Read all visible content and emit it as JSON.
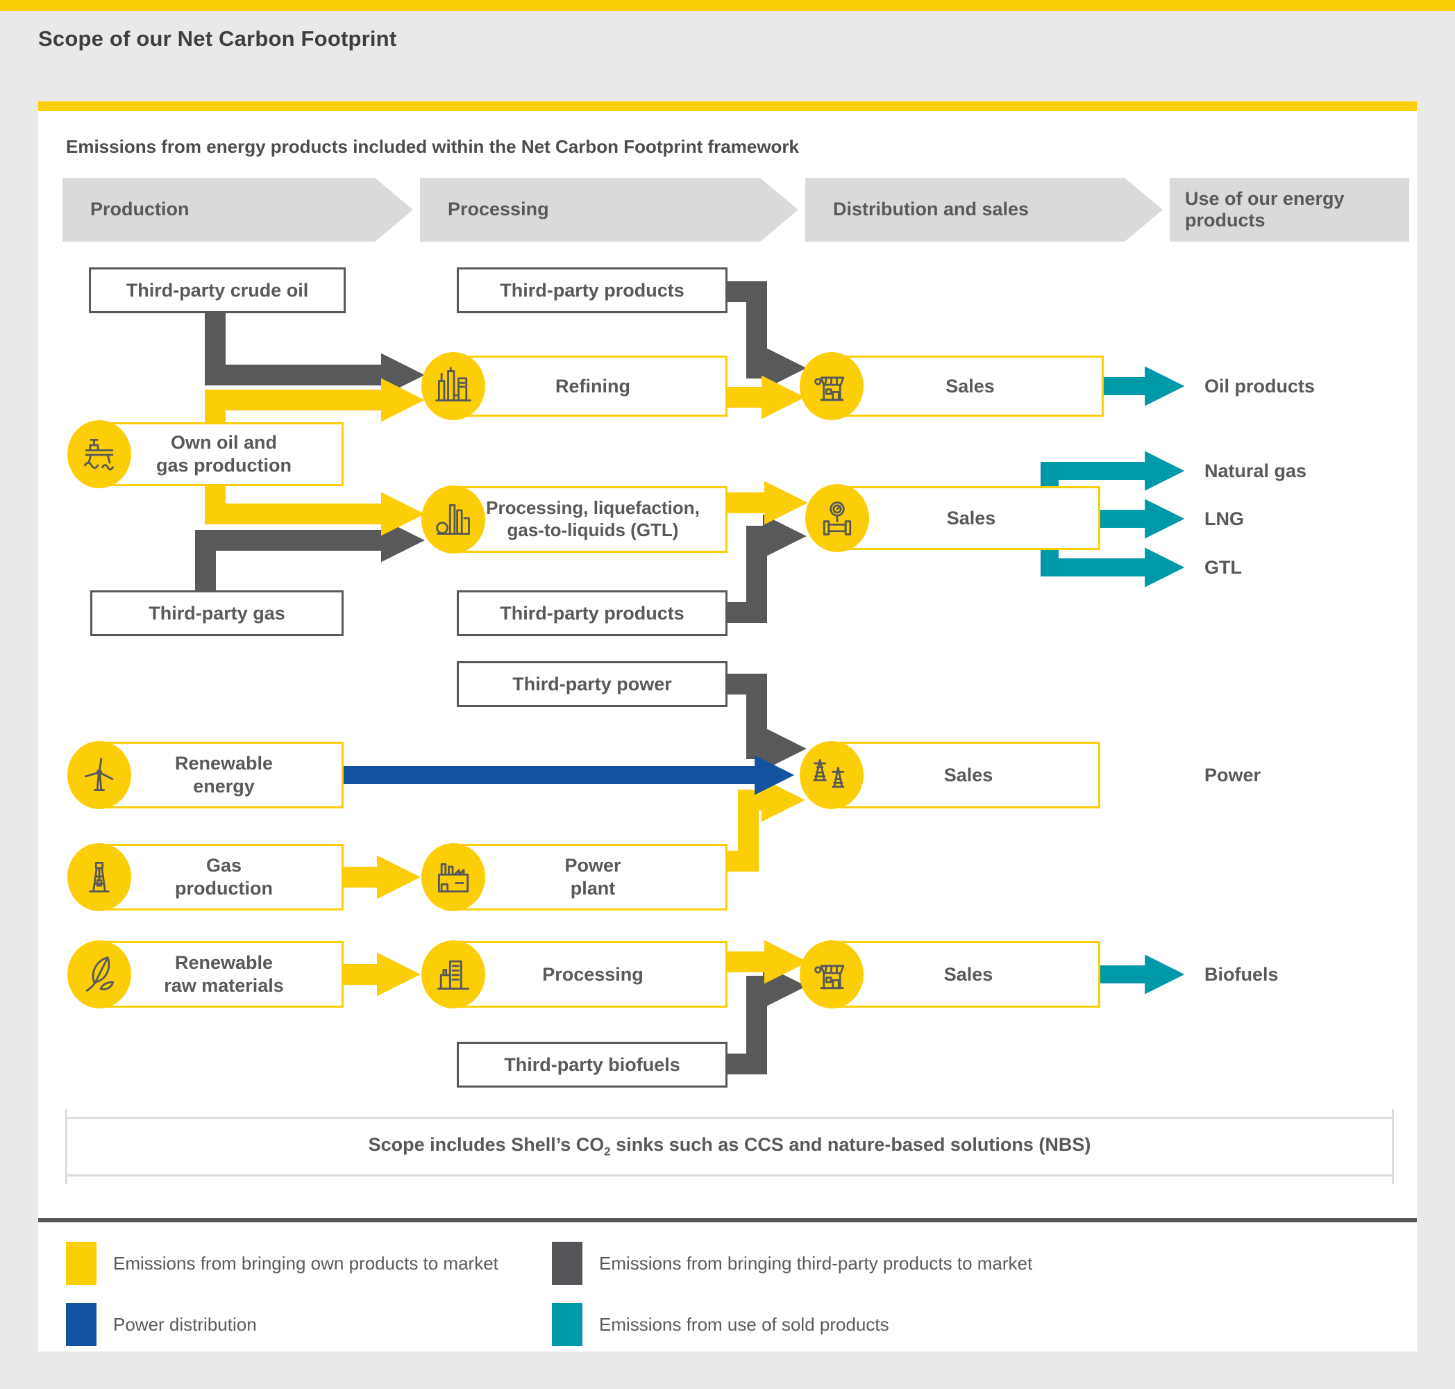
{
  "header": {
    "title": "Scope of our Net Carbon Footprint",
    "subtitle": "Emissions from energy products included within the Net Carbon Footprint framework"
  },
  "stages": {
    "production": "Production",
    "processing": "Processing",
    "distribution": "Distribution and sales",
    "use": "Use of our energy products"
  },
  "nodes": {
    "tp_crude_oil": "Third-party crude oil",
    "tp_products_oil": "Third-party products",
    "refining": "Refining",
    "sales_oil": "Sales",
    "own_oil_gas": "Own oil and\ngas production",
    "processing_gtl": "Processing, liquefaction,\ngas-to-liquids (GTL)",
    "sales_gas": "Sales",
    "tp_gas": "Third-party gas",
    "tp_products_gas": "Third-party products",
    "tp_power": "Third-party power",
    "renewable_energy": "Renewable\nenergy",
    "sales_power": "Sales",
    "gas_production": "Gas\nproduction",
    "power_plant": "Power\nplant",
    "renewable_raw": "Renewable\nraw materials",
    "processing_bio": "Processing",
    "sales_bio": "Sales",
    "tp_biofuels": "Third-party biofuels"
  },
  "outputs": {
    "oil_products": "Oil products",
    "natural_gas": "Natural gas",
    "lng": "LNG",
    "gtl": "GTL",
    "power": "Power",
    "biofuels": "Biofuels"
  },
  "note": {
    "pre": "Scope includes Shell’s CO",
    "sub": "2",
    "post": " sinks such as CCS and nature-based solutions (NBS)"
  },
  "legend": {
    "own": "Emissions from bringing own products to market",
    "third_party": "Emissions from bringing third-party products to market",
    "power_dist": "Power distribution",
    "sold": "Emissions from use of sold products"
  },
  "icons": {
    "own_oil_gas": "offshore-platform-icon",
    "refining": "refinery-icon",
    "sales_oil": "storefront-icon",
    "processing_gtl": "gas-plant-icon",
    "sales_gas": "pipeline-gauge-icon",
    "renewable_energy": "wind-turbine-icon",
    "sales_power": "transmission-towers-icon",
    "gas_production": "drilling-derrick-icon",
    "power_plant": "power-plant-icon",
    "renewable_raw": "leaf-icon",
    "processing_bio": "buildings-icon",
    "sales_bio": "storefront-icon"
  },
  "colors": {
    "own_products": "#FBCE07",
    "third_party_products": "#58595B",
    "power_distribution": "#12529E",
    "use_of_sold_products": "#0099A8",
    "stage_chevron": "#d9dadb",
    "text": "#58595b"
  }
}
